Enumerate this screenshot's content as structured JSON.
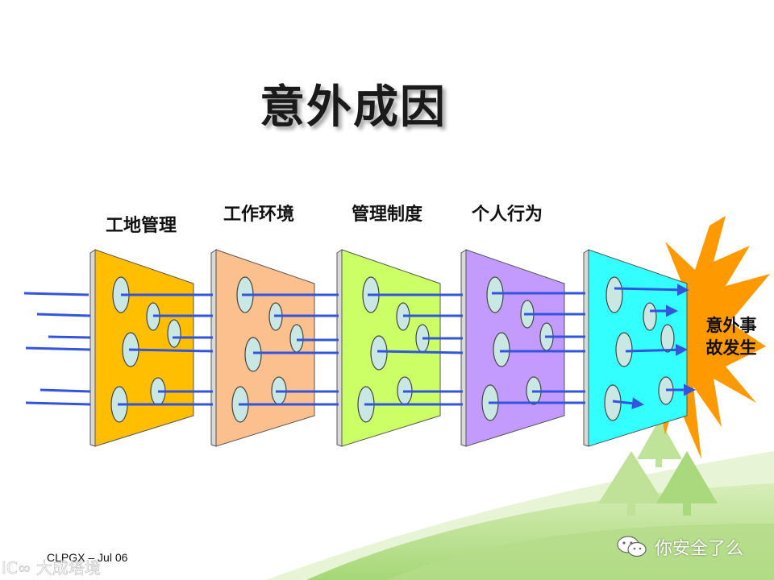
{
  "title": "意外成因",
  "layers": [
    {
      "label": "工地管理",
      "color": "#ffbf00"
    },
    {
      "label": "工作环境",
      "color": "#fbc08d"
    },
    {
      "label": "管理制度",
      "color": "#ccff66"
    },
    {
      "label": "个人行为",
      "color": "#c39bff"
    },
    {
      "label": "",
      "color": "#33ffff"
    }
  ],
  "accident": {
    "line1": "意外事",
    "line2": "故发生",
    "color": "#ff9900"
  },
  "footer": {
    "left": "CLPGX – Jul 06",
    "brand": "你安全了么"
  },
  "colors": {
    "arrow": "#3355dd",
    "hole": "#c9e7e3",
    "ground": "#a7d67a",
    "tree": "#b8e08a"
  },
  "icons": {
    "brand": "wechat-icon"
  }
}
